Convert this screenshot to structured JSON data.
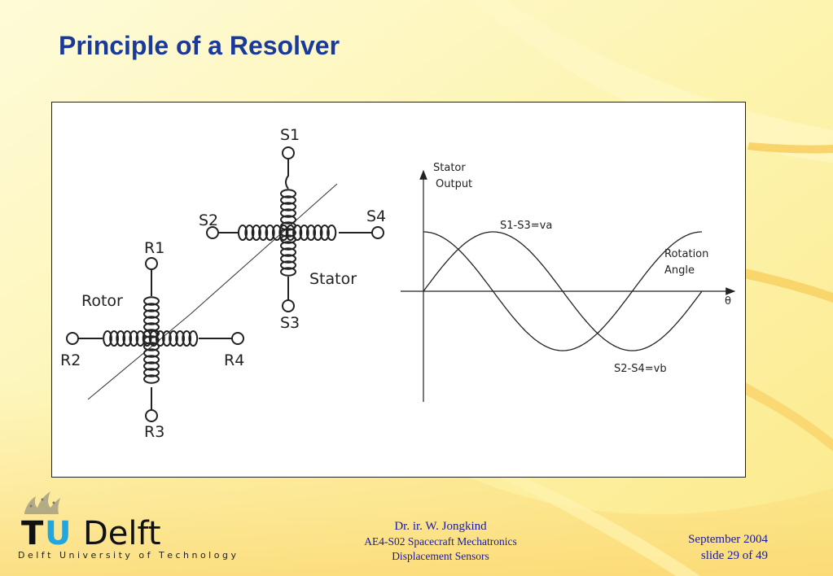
{
  "slide": {
    "title": "Principle of a Resolver"
  },
  "resolver": {
    "stator_terminals": [
      "S1",
      "S2",
      "S3",
      "S4"
    ],
    "rotor_terminals": [
      "R1",
      "R2",
      "R3",
      "R4"
    ],
    "stator_label": "Stator",
    "rotor_label": "Rotor"
  },
  "graph": {
    "y_axis_label_line1": "Stator",
    "y_axis_label_line2": "Output",
    "x_axis_label_line1": "Rotation",
    "x_axis_label_line2": "Angle",
    "x_axis_symbol": "θ",
    "curve_a_label": "S1-S3=va",
    "curve_b_label": "S2-S4=vb"
  },
  "logo": {
    "tu": "TU",
    "delft": "Delft",
    "tagline": "D e l f t   U n i v e r s i t y   o f   T e c h n o l o g y"
  },
  "footer": {
    "author": "Dr. ir. W. Jongkind",
    "course": "AE4-S02 Spacecraft Mechatronics",
    "topic": "Displacement Sensors",
    "date": "September 2004",
    "slide_number": "slide 29 of 49"
  },
  "colors": {
    "title": "#1a3a9a",
    "footer_text": "#1a1aa0",
    "background": "#fdf3a8",
    "logo_blue": "#22a6e0"
  }
}
